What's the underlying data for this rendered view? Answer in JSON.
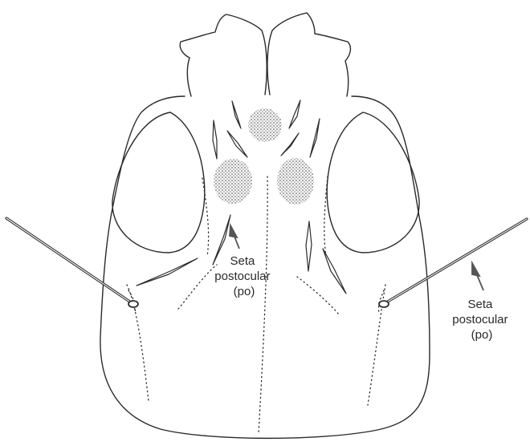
{
  "labels": {
    "center": {
      "line1": "Seta",
      "line2": "postocular",
      "line3": "(po)"
    },
    "right": {
      "line1": "Seta",
      "line2": "postocular",
      "line3": "(po)"
    }
  },
  "colors": {
    "ink": "#2a2a2a",
    "arrow": "#555555",
    "background": "#ffffff"
  }
}
